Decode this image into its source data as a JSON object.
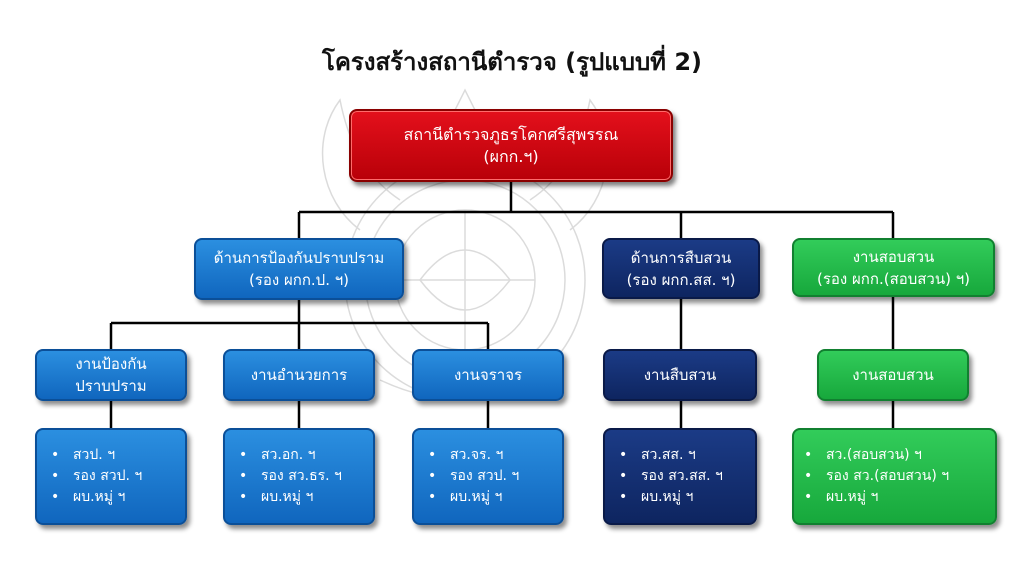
{
  "title": "โครงสร้างสถานีตำรวจ (รูปแบบที่ 2)",
  "root": {
    "line1": "สถานีตำรวจภูธรโคกศรีสุพรรณ",
    "line2": "(ผกก.ฯ)"
  },
  "divisions": {
    "prevention": {
      "line1": "ด้านการป้องกันปราบปราม",
      "line2": "(รอง ผกก.ป. ฯ)"
    },
    "investigation": {
      "line1": "ด้านการสืบสวน",
      "line2": "(รอง ผกก.สส. ฯ)"
    },
    "inquiry": {
      "line1": "งานสอบสวน",
      "line2": "(รอง ผกก.(สอบสวน) ฯ)"
    }
  },
  "units": {
    "prevention_work": {
      "line1": "งานป้องกัน",
      "line2": "ปราบปราม"
    },
    "administration": "งานอำนวยการ",
    "traffic": "งานจราจร",
    "investigation_work": "งานสืบสวน",
    "inquiry_work": "งานสอบสวน"
  },
  "staff": {
    "prevention_work": [
      "สวป. ฯ",
      "รอง สวป. ฯ",
      "ผบ.หมู่ ฯ"
    ],
    "administration": [
      "สว.อก. ฯ",
      "รอง สว.ธร. ฯ",
      "ผบ.หมู่ ฯ"
    ],
    "traffic": [
      "สว.จร. ฯ",
      "รอง สวป. ฯ",
      "ผบ.หมู่ ฯ"
    ],
    "investigation_work": [
      "สว.สส. ฯ",
      "รอง สว.สส. ฯ",
      "ผบ.หมู่ ฯ"
    ],
    "inquiry_work": [
      "สว.(สอบสวน) ฯ",
      "รอง สว.(สอบสวน) ฯ",
      "ผบ.หมู่ ฯ"
    ]
  },
  "colors": {
    "red": "#d00812",
    "blue": "#1a7ad0",
    "navy": "#142e70",
    "green": "#22b848"
  }
}
